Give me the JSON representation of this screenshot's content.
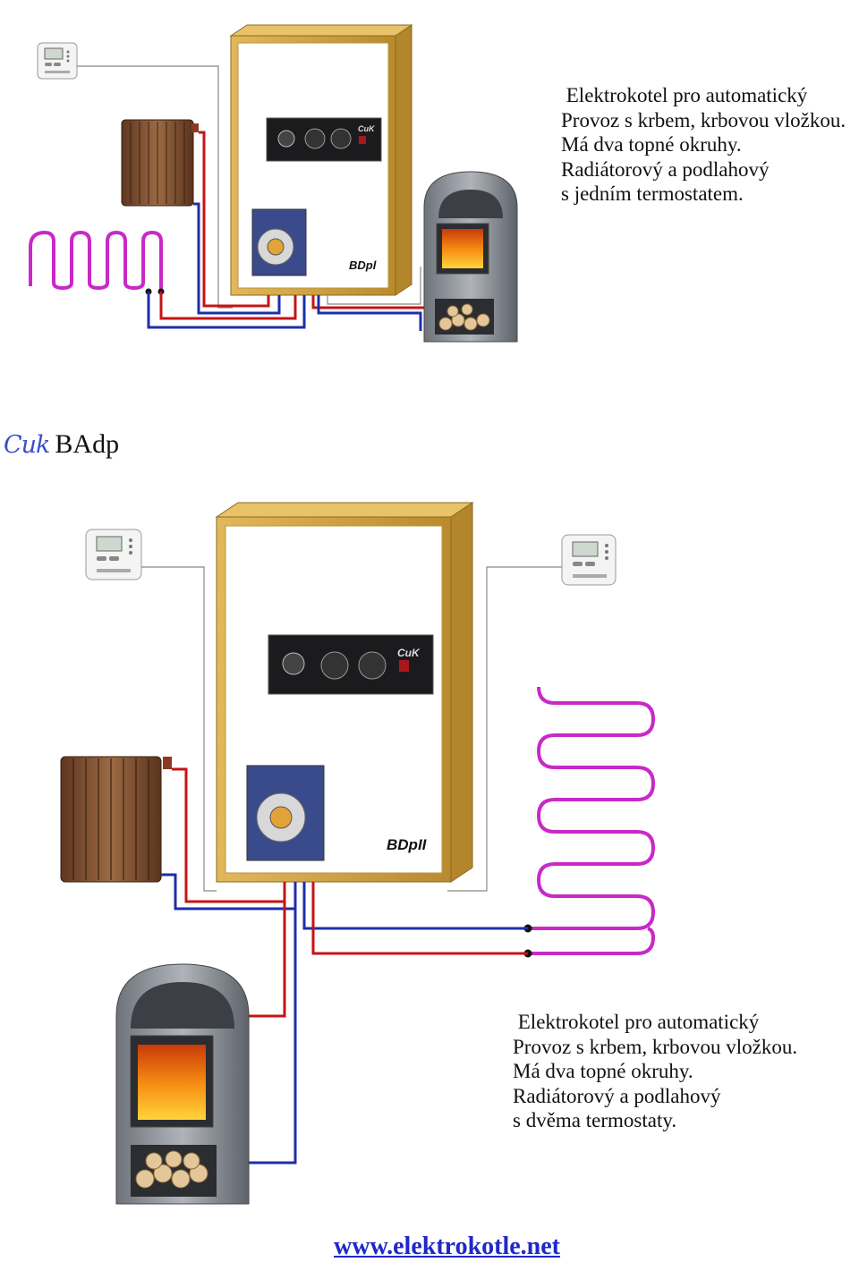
{
  "diagram_top": {
    "boiler_label": "BDpl",
    "brand_logo": "CuK",
    "caption_lines": [
      " Elektrokotel pro automatický",
      "Provoz s krbem, krbovou vložkou.",
      "Má dva topné okruhy.",
      "Radiátorový a podlahový",
      "s jedním termostatem."
    ]
  },
  "diagram_bottom": {
    "heading_brand": "Cuk",
    "heading_model": "BAdp",
    "boiler_label": "BDpII",
    "brand_logo": "CuK",
    "caption_lines": [
      " Elektrokotel pro automatický",
      "Provoz s krbem, krbovou vložkou.",
      "Má dva topné okruhy.",
      "Radiátorový a podlahový",
      "s dvěma termostaty."
    ]
  },
  "footer": {
    "website": "www.elektrokotle.net"
  },
  "colors": {
    "supply_pipe": "#c51414",
    "return_pipe": "#1c2fa8",
    "underfloor_pipe": "#c829c8",
    "boiler_frame": "#c9a03a",
    "radiator": "#7b4a2a",
    "stove_body": "#8b8f96",
    "flame": "#f07a10"
  },
  "icons": [
    "thermostat-icon",
    "radiator-icon",
    "fireplace-stove-icon",
    "pump-icon",
    "control-panel-icon"
  ]
}
